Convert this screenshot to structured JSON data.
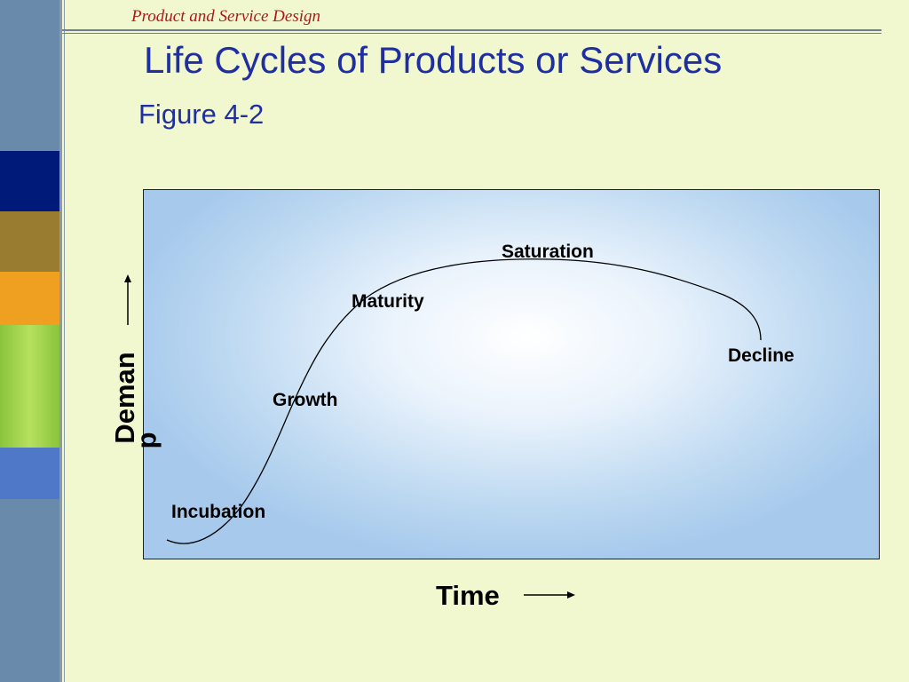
{
  "header": {
    "section_title": "Product and Service Design"
  },
  "slide": {
    "title": "Life Cycles of Products or Services",
    "subtitle": "Figure 4-2"
  },
  "diagram": {
    "y_axis_label_part1": "Deman",
    "y_axis_label_part2": "d",
    "x_axis_label": "Time",
    "stages": [
      "Incubation",
      "Growth",
      "Maturity",
      "Saturation",
      "Decline"
    ]
  },
  "colors": {
    "title": "#1f2ea0",
    "header": "#b01818",
    "background": "#f1f8d0",
    "chart_fill": "#a6c9ec",
    "sidebar_blocks": [
      "#6a8aac",
      "#001a7a",
      "#9a7c30",
      "#f0a020",
      "#8ac43a",
      "#4f78c8",
      "#6a8aac"
    ]
  }
}
